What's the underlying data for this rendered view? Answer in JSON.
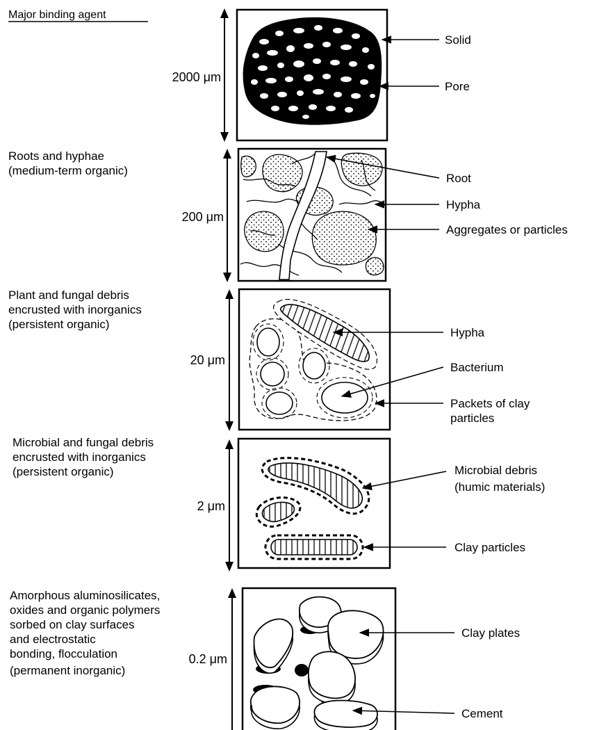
{
  "header": {
    "title": "Major binding agent"
  },
  "levels": [
    {
      "scale": "2000 μm",
      "agent_lines": [],
      "callouts": [
        "Solid",
        "Pore"
      ]
    },
    {
      "scale": "200 μm",
      "agent_lines": [
        "Roots and hyphae",
        "(medium-term organic)"
      ],
      "callouts": [
        "Root",
        "Hypha",
        "Aggregates or particles"
      ]
    },
    {
      "scale": "20 μm",
      "agent_lines": [
        "Plant and fungal debris",
        "encrusted with inorganics",
        "(persistent organic)"
      ],
      "callouts": [
        "Hypha",
        "Bacterium",
        "Packets of clay",
        "particles"
      ]
    },
    {
      "scale": "2 μm",
      "agent_lines": [
        "Microbial and fungal debris",
        "encrusted with inorganics",
        "(persistent organic)"
      ],
      "callouts": [
        "Microbial debris",
        "(humic materials)",
        "Clay particles"
      ]
    },
    {
      "scale": "0.2 μm",
      "agent_lines": [
        "Amorphous aluminosilicates,",
        "oxides and organic polymers",
        "sorbed on clay surfaces",
        "and electrostatic",
        "bonding, flocculation",
        "(permanent inorganic)"
      ],
      "callouts": [
        "Clay plates",
        "Cement"
      ]
    }
  ]
}
